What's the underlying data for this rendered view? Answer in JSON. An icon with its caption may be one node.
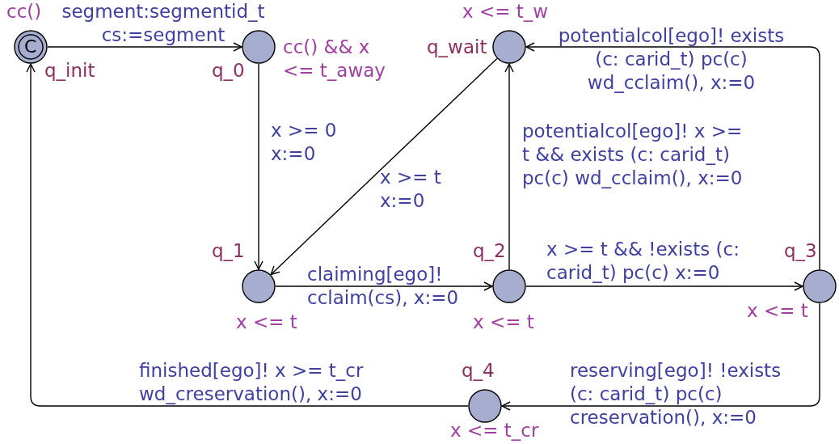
{
  "diagram": {
    "nodes": [
      {
        "text": [
          "C",
          "q_init"
        ],
        "beside": [
          "cc()"
        ]
      },
      {
        "text": [
          "q_0"
        ],
        "beside": [
          "cc() && x <= t_away"
        ]
      },
      {
        "text": [
          "q_wait"
        ],
        "beside": [
          "x <= t_w"
        ]
      },
      {
        "text": [
          "q_1"
        ],
        "beside": [
          "x <= t"
        ]
      },
      {
        "text": [
          "q_2"
        ],
        "beside": [
          "x <= t"
        ]
      },
      {
        "text": [
          "q_3"
        ],
        "beside": [
          "x <= t"
        ]
      },
      {
        "text": [
          "q_4"
        ],
        "beside": [
          "x <= t_cr"
        ]
      }
    ],
    "edges": [
      {
        "from": 0,
        "to": 1,
        "arrow": "to",
        "label": "segment:segmentid_t cs:=segment"
      },
      {
        "from": 1,
        "to": 3,
        "arrow": "to",
        "label": "x >= 0 x:=0"
      },
      {
        "from": 2,
        "to": 3,
        "arrow": "to",
        "label": "x >= t x:=0"
      },
      {
        "from": 3,
        "to": 4,
        "arrow": "to",
        "label": "claiming[ego]! cclaim(cs), x:=0"
      },
      {
        "from": 4,
        "to": 2,
        "arrow": "to",
        "label": "potentialcol[ego]! x >= t && exists (c: carid_t) pc(c) wd_cclaim(), x:=0"
      },
      {
        "from": 4,
        "to": 5,
        "arrow": "to",
        "label": "x >= t && !exists (c: carid_t) pc(c) x:=0"
      },
      {
        "from": 5,
        "to": 2,
        "arrow": "to",
        "label": "potentialcol[ego]! exists (c: carid_t) pc(c) wd_cclaim(), x:=0"
      },
      {
        "from": 5,
        "to": 6,
        "arrow": "to",
        "label": "reserving[ego]! !exists (c: carid_t) pc(c) creservation(), x:=0"
      },
      {
        "from": 6,
        "to": 0,
        "arrow": "to",
        "label": "finished[ego]! x >= t_cr wd_creservation(), x:=0"
      }
    ]
  }
}
